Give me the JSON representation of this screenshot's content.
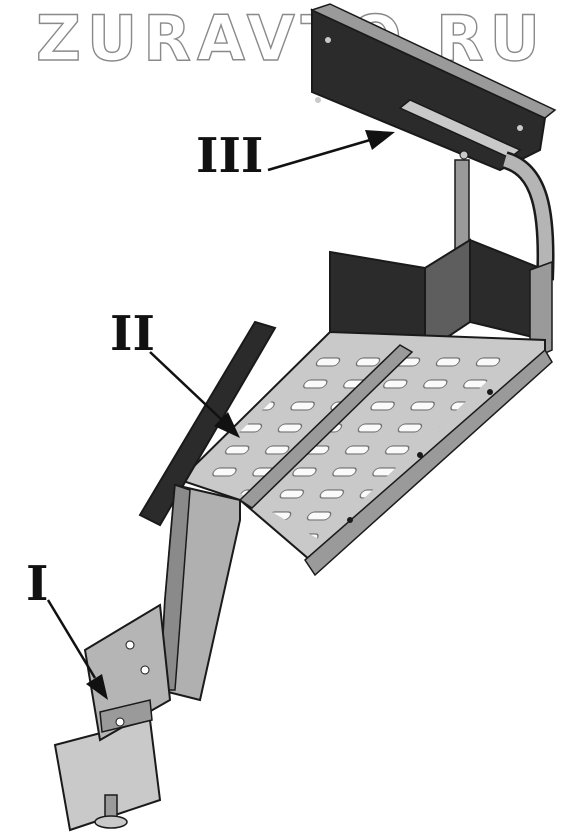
{
  "watermark": "ZURAVTO.RU",
  "callouts": {
    "one": "I",
    "two": "II",
    "three": "III"
  },
  "colors": {
    "background": "#ffffff",
    "dark_panel": "#2b2b2b",
    "metal_light": "#c9c9c9",
    "metal_mid": "#9a9a9a",
    "metal_dark": "#5e5e5e",
    "outline": "#1a1a1a"
  }
}
